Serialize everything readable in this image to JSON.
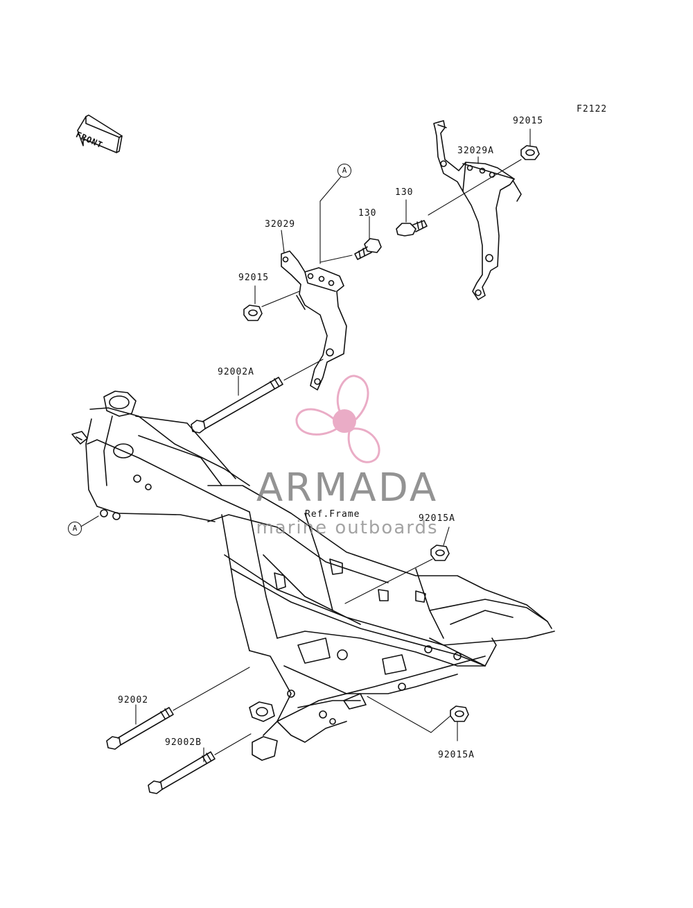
{
  "figure_code": "F2122",
  "front_label": "FRONT",
  "ref_label": "Ref.Frame",
  "callout_letter": "A",
  "watermark": {
    "name": "ARMADA",
    "subtitle": "marine outboards",
    "accent": "#e8a4c0",
    "text_color": "#808080"
  },
  "parts": {
    "p92015_top": "92015",
    "p32029A": "32029A",
    "p130_right": "130",
    "p130_left": "130",
    "p32029": "32029",
    "p92015_left": "92015",
    "p92002A": "92002A",
    "p92015A_upper": "92015A",
    "p92002": "92002",
    "p92002B": "92002B",
    "p92015A_lower": "92015A"
  }
}
